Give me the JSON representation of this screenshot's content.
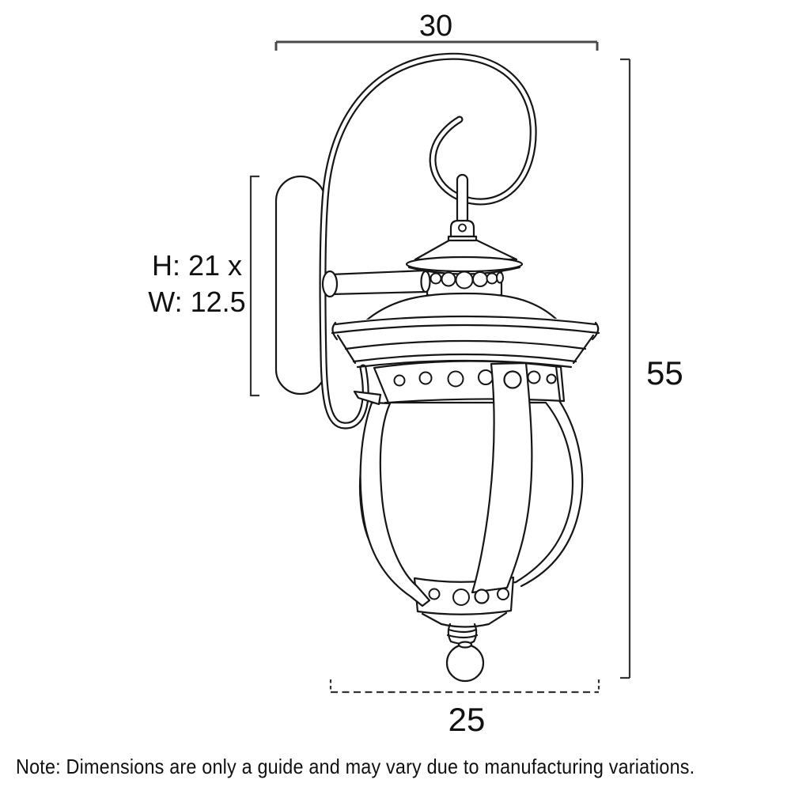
{
  "colors": {
    "drawing": "#161616",
    "dimension": "#333333",
    "dimension_top": "#4a4a4a",
    "text": "#111111",
    "background": "#ffffff"
  },
  "dimensions": {
    "top_width": "30",
    "overall_height": "55",
    "backplate_line1": "H: 21 x",
    "backplate_line2": "W: 12.5",
    "bottom_width": "25"
  },
  "note": "Note: Dimensions are only a guide and may vary due to manufacturing variations."
}
